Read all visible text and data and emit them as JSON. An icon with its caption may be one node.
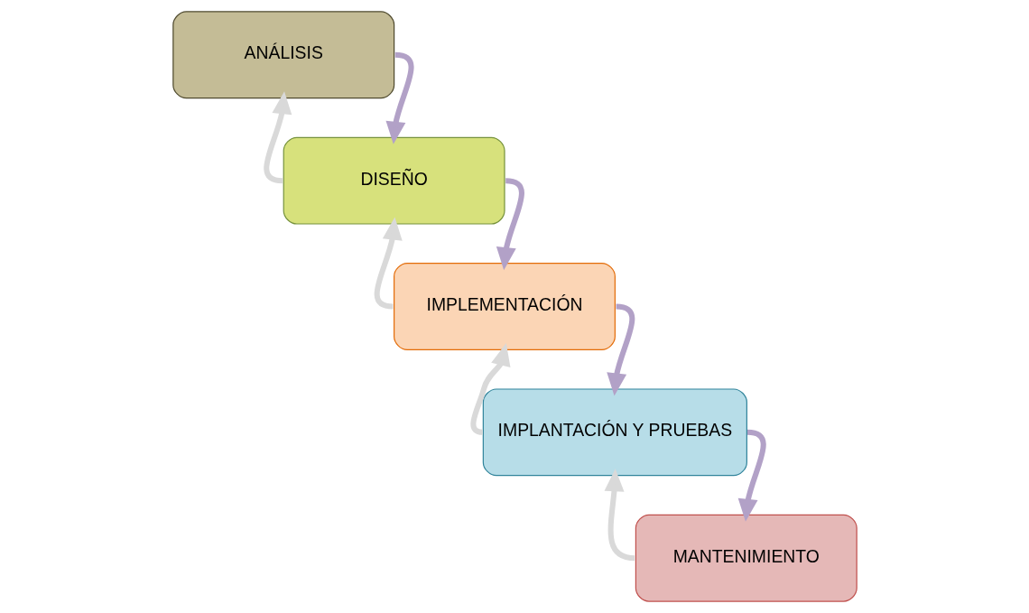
{
  "diagram": {
    "nodes": [
      {
        "text": [
          "ANÁLISIS"
        ]
      },
      {
        "text": [
          "DISEÑO"
        ]
      },
      {
        "text": [
          "IMPLEMENTACIÓN"
        ]
      },
      {
        "text": [
          "IMPLANTACIÓN Y PRUEBAS"
        ]
      },
      {
        "text": [
          "MANTENIMIENTO"
        ]
      }
    ],
    "edges": [
      {
        "from": 0,
        "to": 1,
        "arrow": "to"
      },
      {
        "from": 1,
        "to": 0,
        "arrow": "to",
        "color": "#d9d9d9"
      },
      {
        "from": 1,
        "to": 2,
        "arrow": "to"
      },
      {
        "from": 2,
        "to": 1,
        "arrow": "to",
        "color": "#d9d9d9"
      },
      {
        "from": 2,
        "to": 3,
        "arrow": "to"
      },
      {
        "from": 3,
        "to": 2,
        "arrow": "to",
        "color": "#d9d9d9"
      },
      {
        "from": 3,
        "to": 4,
        "arrow": "to"
      },
      {
        "from": 4,
        "to": 3,
        "arrow": "to",
        "color": "#d9d9d9"
      }
    ]
  }
}
